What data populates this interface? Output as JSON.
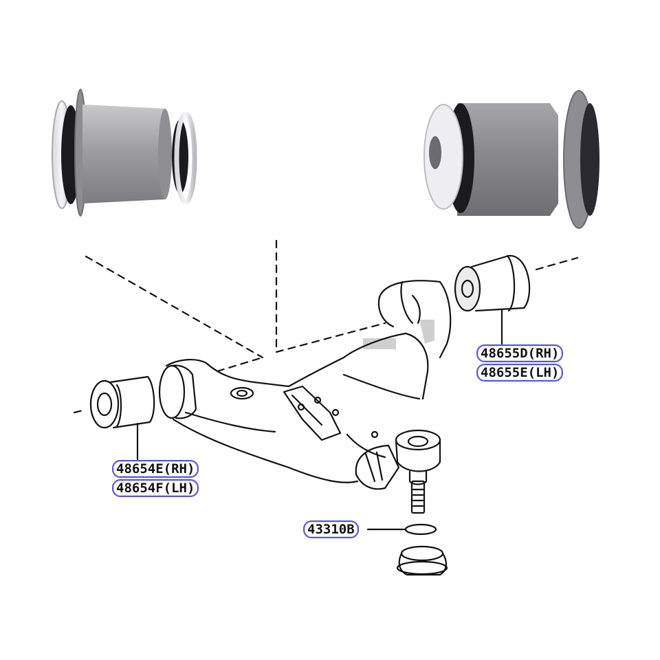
{
  "figure": {
    "type": "parts-exploded-diagram",
    "subject": "Lower control arm with bushings and ball joint",
    "photos": [
      {
        "name": "bushing-photo-left",
        "description": "Rear lower control arm bushing (flanged, grey rubber body)"
      },
      {
        "name": "bushing-photo-right",
        "description": "Front lower control arm bushing (flanged, grey body, center bore visible)"
      }
    ],
    "callouts": {
      "front_bushing": {
        "rh": "48655D(RH)",
        "lh": "48655E(LH)"
      },
      "rear_bushing": {
        "rh": "48654E(RH)",
        "lh": "48654F(LH)"
      },
      "ball_joint_clip": "43310B"
    },
    "colors": {
      "label_border": "#5b55c9",
      "line_art": "#111111",
      "bushing_grey": "#9a999c",
      "rubber_black": "#1a1a1e",
      "metal_light": "#e6e6ea"
    }
  }
}
